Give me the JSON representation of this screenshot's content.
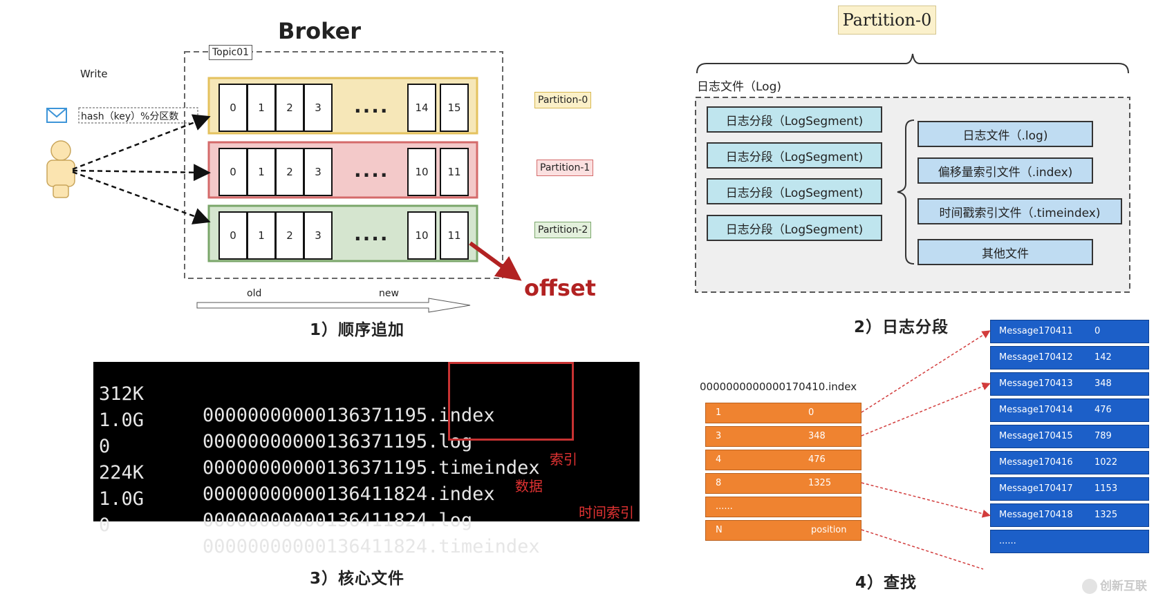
{
  "panel1": {
    "title": "Broker",
    "topic": "Topic01",
    "write_label": "Write",
    "hash_label": "hash（key）%分区数",
    "partitions": [
      {
        "label": "Partition-0",
        "cells": [
          "0",
          "1",
          "2",
          "3",
          "14",
          "15"
        ],
        "color": "#f6e7b8",
        "border": "#e4c25e"
      },
      {
        "label": "Partition-1",
        "cells": [
          "0",
          "1",
          "2",
          "3",
          "10",
          "11"
        ],
        "color": "#f3c9c9",
        "border": "#d46a6a"
      },
      {
        "label": "Partition-2",
        "cells": [
          "0",
          "1",
          "2",
          "3",
          "10",
          "11"
        ],
        "color": "#d5e5cf",
        "border": "#7aa66a"
      }
    ],
    "ellipsis": "....",
    "offset_label": "offset",
    "old_label": "old",
    "new_label": "new",
    "caption": "1）顺序追加"
  },
  "panel2": {
    "header": "Partition-0",
    "log_label": "日志文件（Log)",
    "segments": [
      "日志分段（LogSegment)",
      "日志分段（LogSegment)",
      "日志分段（LogSegment)",
      "日志分段（LogSegment)"
    ],
    "files": [
      "日志文件（.log)",
      "偏移量索引文件（.index)",
      "时间戳索引文件（.timeindex)",
      "其他文件"
    ],
    "caption": "2）日志分段"
  },
  "panel3": {
    "rows": [
      {
        "size": "312K",
        "name": "00000000000136371195.index",
        "note": ""
      },
      {
        "size": "1.0G",
        "name": "00000000000136371195.log",
        "note": ""
      },
      {
        "size": "0",
        "name": "00000000000136371195.timeindex",
        "note": ""
      },
      {
        "size": "224K",
        "name": "00000000000136411824.index",
        "note": "索引"
      },
      {
        "size": "1.0G",
        "name": "00000000000136411824.log",
        "note": "数据"
      },
      {
        "size": "0",
        "name": "00000000000136411824.timeindex",
        "note": "时间索引"
      }
    ],
    "caption": "3）核心文件"
  },
  "panel4": {
    "index_file": "0000000000000170410.index",
    "index_rows": [
      {
        "a": "1",
        "b": "0"
      },
      {
        "a": "3",
        "b": "348"
      },
      {
        "a": "4",
        "b": "476"
      },
      {
        "a": "8",
        "b": "1325"
      },
      {
        "a": "......",
        "b": ""
      },
      {
        "a": "N",
        "b": "position"
      }
    ],
    "messages": [
      {
        "name": "Message170411",
        "pos": "0"
      },
      {
        "name": "Message170412",
        "pos": "142"
      },
      {
        "name": "Message170413",
        "pos": "348"
      },
      {
        "name": "Message170414",
        "pos": "476"
      },
      {
        "name": "Message170415",
        "pos": "789"
      },
      {
        "name": "Message170416",
        "pos": "1022"
      },
      {
        "name": "Message170417",
        "pos": "1153"
      },
      {
        "name": "Message170418",
        "pos": "1325"
      },
      {
        "name": "......",
        "pos": ""
      }
    ],
    "caption": "4）查找"
  },
  "watermark": "创新互联",
  "colors": {
    "offset_red": "#b22222",
    "arrow_red": "#d23c3c",
    "index_orange": "#ef8330",
    "message_blue": "#1c5fc8"
  }
}
